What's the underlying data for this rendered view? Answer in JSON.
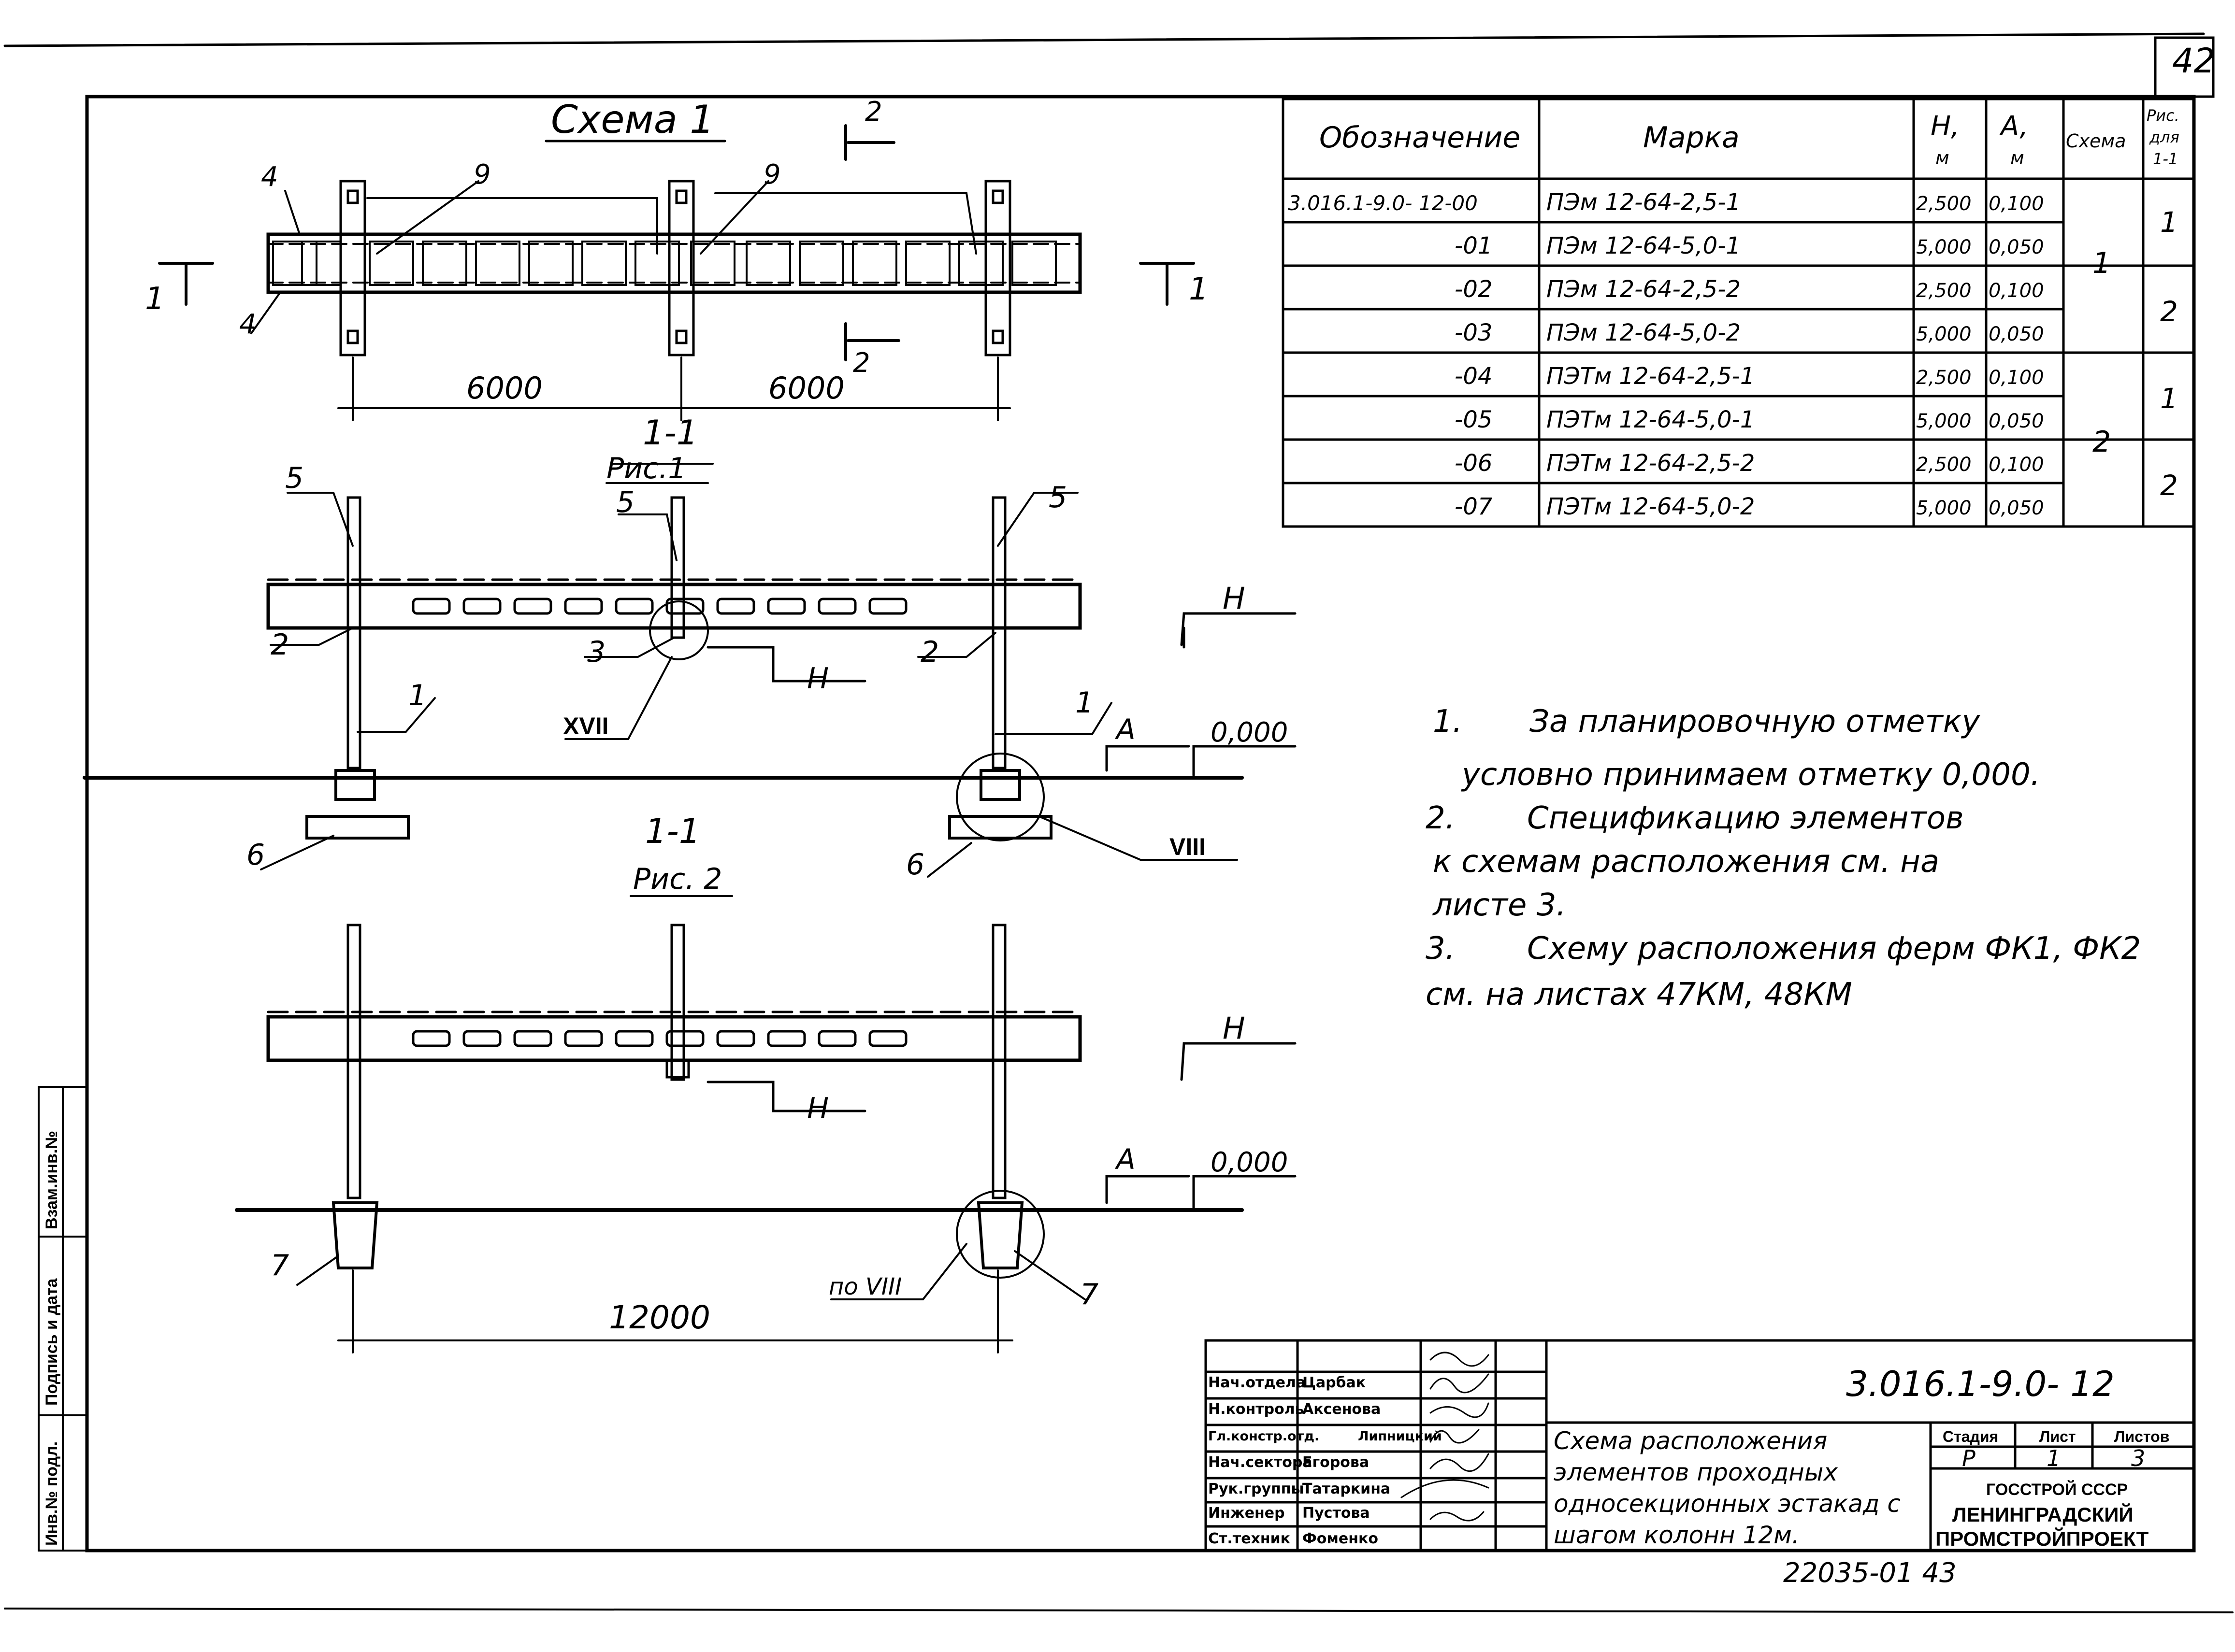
{
  "sheet_number": "42",
  "scheme_title": "Схема 1",
  "section_title_1": "1-1",
  "section_sub_1": "Рис.1",
  "section_title_2": "1-1",
  "section_sub_2": "Рис. 2",
  "cut_marks": {
    "cut1": "1",
    "cut2": "2"
  },
  "dimensions": {
    "span_left": "6000",
    "span_right": "6000",
    "span_total": "12000"
  },
  "positions": {
    "p1": "1",
    "p2": "2",
    "p3": "3",
    "p4": "4",
    "p5": "5",
    "p6": "6",
    "p7": "7",
    "p9": "9",
    "xvii": "XVII",
    "viii": "VIII",
    "po_viii": "по VIII"
  },
  "levels": {
    "h": "H",
    "a": "A",
    "zero": "0,000"
  },
  "spec_table": {
    "headers": {
      "designation": "Обозначение",
      "mark": "Марка",
      "h": "H,",
      "h_unit": "м",
      "a": "A,",
      "a_unit": "м",
      "scheme": "Схема",
      "fig_1": "Рис.",
      "fig_2": "для",
      "fig_3": "1-1"
    },
    "rows": [
      {
        "designation": "3.016.1-9.0- 12-00",
        "mark": "ПЭм 12-64-2,5-1",
        "h": "2,500",
        "a": "0,100"
      },
      {
        "designation": "-01",
        "mark": "ПЭм 12-64-5,0-1",
        "h": "5,000",
        "a": "0,050"
      },
      {
        "designation": "-02",
        "mark": "ПЭм 12-64-2,5-2",
        "h": "2,500",
        "a": "0,100"
      },
      {
        "designation": "-03",
        "mark": "ПЭм 12-64-5,0-2",
        "h": "5,000",
        "a": "0,050"
      },
      {
        "designation": "-04",
        "mark": "ПЭТм 12-64-2,5-1",
        "h": "2,500",
        "a": "0,100"
      },
      {
        "designation": "-05",
        "mark": "ПЭТм 12-64-5,0-1",
        "h": "5,000",
        "a": "0,050"
      },
      {
        "designation": "-06",
        "mark": "ПЭТм 12-64-2,5-2",
        "h": "2,500",
        "a": "0,100"
      },
      {
        "designation": "-07",
        "mark": "ПЭТм 12-64-5,0-2",
        "h": "5,000",
        "a": "0,050"
      }
    ],
    "scheme_groups": [
      "1",
      "2"
    ],
    "fig_groups": [
      "1",
      "2",
      "1",
      "2"
    ]
  },
  "notes": [
    {
      "num": "1.",
      "lines": [
        "За планировочную отметку",
        "условно принимаем отметку 0,000."
      ]
    },
    {
      "num": "2.",
      "lines": [
        "Спецификацию элементов",
        "к схемам расположения см. на",
        "листе 3."
      ]
    },
    {
      "num": "3.",
      "lines": [
        "Схему расположения ферм ФК1, ФК2",
        "см. на листах 47КМ, 48КМ"
      ]
    }
  ],
  "side_stamp": [
    "Инв.№ подл.",
    "Подпись и дата",
    "Взам.инв.№"
  ],
  "title_block": {
    "code": "3.016.1-9.0- 12",
    "title_lines": [
      "Схема расположения",
      "элементов проходных",
      "односекционных эстакад с",
      "шагом колонн 12м."
    ],
    "stage_label": "Стадия",
    "sheet_label": "Лист",
    "sheets_label": "Листов",
    "stage": "Р",
    "sheet": "1",
    "sheets": "3",
    "org_1": "ГОССТРОЙ СССР",
    "org_2": "ЛЕНИНГРАДСКИЙ",
    "org_3": "ПРОМСТРОЙПРОЕКТ",
    "people": [
      {
        "role": "Нач.отдела",
        "name": "Царбак"
      },
      {
        "role": "Н.контроль",
        "name": "Аксенова"
      },
      {
        "role": "Гл.констр.отд.",
        "name": "Липницкий"
      },
      {
        "role": "Нач.сектора",
        "name": "Егорова"
      },
      {
        "role": "Рук.группы",
        "name": "Татаркина"
      },
      {
        "role": "Инженер",
        "name": "Пустова"
      },
      {
        "role": "Ст.техник",
        "name": "Фоменко"
      }
    ]
  },
  "bottom_code": "22035-01  43"
}
